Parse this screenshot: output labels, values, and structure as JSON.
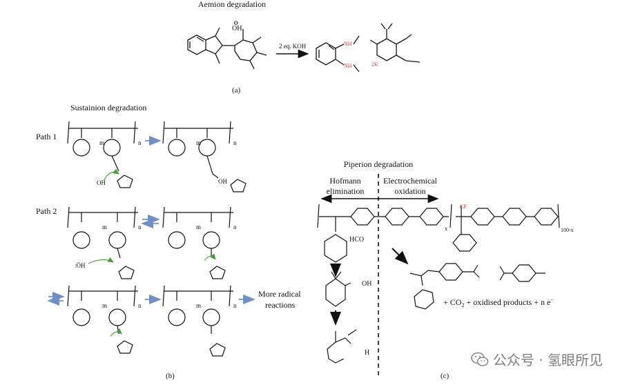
{
  "figure": {
    "a": {
      "title": "Aemion degradation",
      "hydroxide": "OH",
      "reagent": "2 eq. KOH",
      "nh_top": "NH",
      "nh_bottom": "NH",
      "potassium": "2K",
      "label": "(a)"
    },
    "b": {
      "title": "Sustainion degradation",
      "path1": "Path 1",
      "path2": "Path 2",
      "oh": "OH",
      "oh_product": "OH",
      "oh_radical": ":ÖH",
      "sub_m": "m",
      "sub_n": "n",
      "more_line1": "More radical",
      "more_line2": "reactions",
      "label": "(b)"
    },
    "c": {
      "title": "Piperion degradation",
      "left_line1": "Hofmann",
      "left_line2": "elimination",
      "right_line1": "Electrochemical",
      "right_line2": "oxidation",
      "cf3": "CF",
      "sub_x": "x",
      "sub_100x": "100-x",
      "hco3": "HCO",
      "oh": "OH",
      "h2o": "H",
      "products": "+ CO",
      "products_tail": "+ oxidised products + n e",
      "label": "(c)"
    }
  },
  "watermark": {
    "text": "公众号 · 氢眼所见",
    "icon": "wechat-icon"
  },
  "colors": {
    "bond": "#111111",
    "heteroatom": "#d9413a",
    "arrow_blue": "#6f8fc7",
    "curly_green": "#4a9a3a",
    "watermark": "#7d7d7d"
  }
}
